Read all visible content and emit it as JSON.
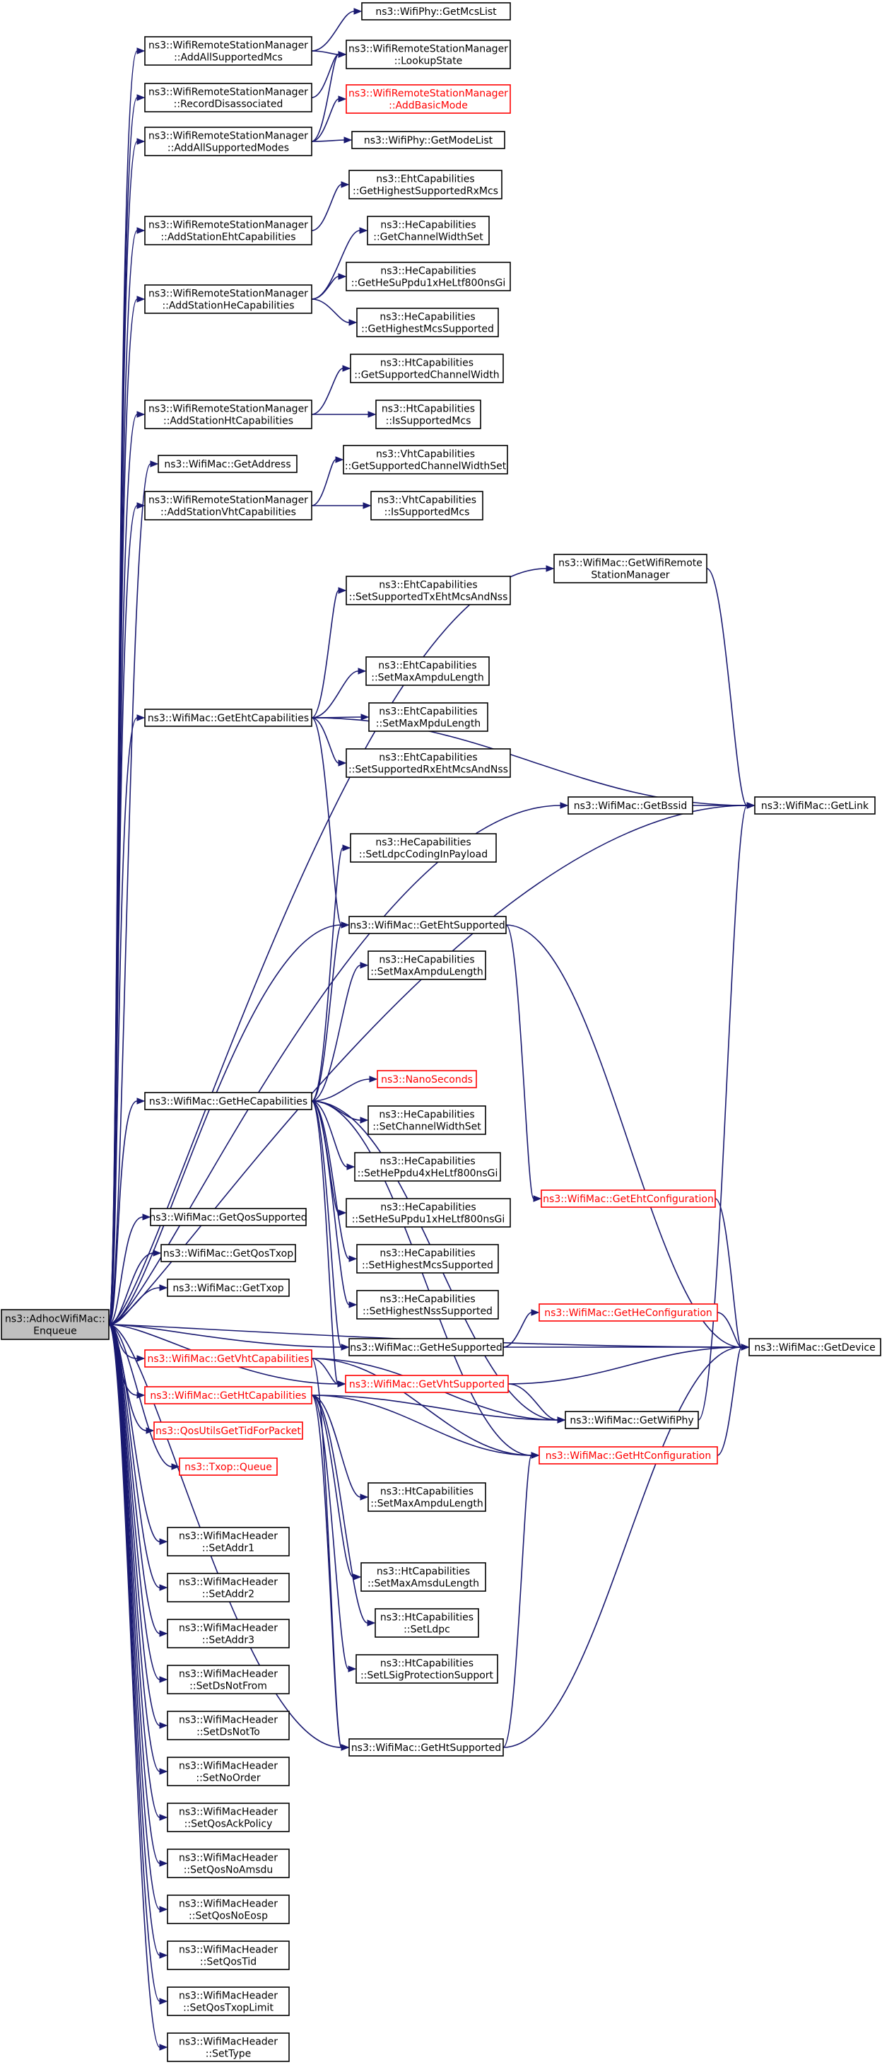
{
  "nodes": {
    "root": {
      "lines": [
        "ns3::AdhocWifiMac::",
        "Enqueue"
      ],
      "red": false,
      "root": true
    },
    "addAllMcs": {
      "lines": [
        "ns3::WifiRemoteStationManager",
        "::AddAllSupportedMcs"
      ]
    },
    "phyGetMcsList": {
      "lines": [
        "ns3::WifiPhy::GetMcsList"
      ]
    },
    "lookupState": {
      "lines": [
        "ns3::WifiRemoteStationManager",
        "::LookupState"
      ]
    },
    "recordDisassoc": {
      "lines": [
        "ns3::WifiRemoteStationManager",
        "::RecordDisassociated"
      ]
    },
    "addBasicMode": {
      "lines": [
        "ns3::WifiRemoteStationManager",
        "::AddBasicMode"
      ],
      "red": true
    },
    "addAllModes": {
      "lines": [
        "ns3::WifiRemoteStationManager",
        "::AddAllSupportedModes"
      ]
    },
    "phyGetModeList": {
      "lines": [
        "ns3::WifiPhy::GetModeList"
      ]
    },
    "ehtGetHighestRx": {
      "lines": [
        "ns3::EhtCapabilities",
        "::GetHighestSupportedRxMcs"
      ]
    },
    "addStaEht": {
      "lines": [
        "ns3::WifiRemoteStationManager",
        "::AddStationEhtCapabilities"
      ]
    },
    "heGetChanWidth": {
      "lines": [
        "ns3::HeCapabilities",
        "::GetChannelWidthSet"
      ]
    },
    "heGetSuPpdu": {
      "lines": [
        "ns3::HeCapabilities",
        "::GetHeSuPpdu1xHeLtf800nsGi"
      ]
    },
    "addStaHe": {
      "lines": [
        "ns3::WifiRemoteStationManager",
        "::AddStationHeCapabilities"
      ]
    },
    "heGetHighestMcs": {
      "lines": [
        "ns3::HeCapabilities",
        "::GetHighestMcsSupported"
      ]
    },
    "htGetChanWidth": {
      "lines": [
        "ns3::HtCapabilities",
        "::GetSupportedChannelWidth"
      ]
    },
    "addStaHt": {
      "lines": [
        "ns3::WifiRemoteStationManager",
        "::AddStationHtCapabilities"
      ]
    },
    "htIsSupMcs": {
      "lines": [
        "ns3::HtCapabilities",
        "::IsSupportedMcs"
      ]
    },
    "getAddress": {
      "lines": [
        "ns3::WifiMac::GetAddress"
      ]
    },
    "vhtGetChanWidth": {
      "lines": [
        "ns3::VhtCapabilities",
        "::GetSupportedChannelWidthSet"
      ]
    },
    "addStaVht": {
      "lines": [
        "ns3::WifiRemoteStationManager",
        "::AddStationVhtCapabilities"
      ]
    },
    "vhtIsSupMcs": {
      "lines": [
        "ns3::VhtCapabilities",
        "::IsSupportedMcs"
      ]
    },
    "getWifiRemote": {
      "lines": [
        "ns3::WifiMac::GetWifiRemote",
        "StationManager"
      ]
    },
    "ehtSetTxMcs": {
      "lines": [
        "ns3::EhtCapabilities",
        "::SetSupportedTxEhtMcsAndNss"
      ]
    },
    "ehtSetMaxAmpdu": {
      "lines": [
        "ns3::EhtCapabilities",
        "::SetMaxAmpduLength"
      ]
    },
    "getEhtCap": {
      "lines": [
        "ns3::WifiMac::GetEhtCapabilities"
      ]
    },
    "ehtSetMaxMpdu": {
      "lines": [
        "ns3::EhtCapabilities",
        "::SetMaxMpduLength"
      ]
    },
    "ehtSetRxMcs": {
      "lines": [
        "ns3::EhtCapabilities",
        "::SetSupportedRxEhtMcsAndNss"
      ]
    },
    "getBssid": {
      "lines": [
        "ns3::WifiMac::GetBssid"
      ]
    },
    "getLink": {
      "lines": [
        "ns3::WifiMac::GetLink"
      ]
    },
    "heSetLdpc": {
      "lines": [
        "ns3::HeCapabilities",
        "::SetLdpcCodingInPayload"
      ]
    },
    "getEhtSupported": {
      "lines": [
        "ns3::WifiMac::GetEhtSupported"
      ]
    },
    "heSetMaxAmpdu": {
      "lines": [
        "ns3::HeCapabilities",
        "::SetMaxAmpduLength"
      ]
    },
    "nanoSeconds": {
      "lines": [
        "ns3::NanoSeconds"
      ],
      "red": true
    },
    "getHeCap": {
      "lines": [
        "ns3::WifiMac::GetHeCapabilities"
      ]
    },
    "heSetChanWidth": {
      "lines": [
        "ns3::HeCapabilities",
        "::SetChannelWidthSet"
      ]
    },
    "heSetPpdu4x": {
      "lines": [
        "ns3::HeCapabilities",
        "::SetHePpdu4xHeLtf800nsGi"
      ]
    },
    "getEhtConfig": {
      "lines": [
        "ns3::WifiMac::GetEhtConfiguration"
      ],
      "red": true
    },
    "getQosSupported": {
      "lines": [
        "ns3::WifiMac::GetQosSupported"
      ]
    },
    "heSetSuPpdu": {
      "lines": [
        "ns3::HeCapabilities",
        "::SetHeSuPpdu1xHeLtf800nsGi"
      ]
    },
    "getQosTxop": {
      "lines": [
        "ns3::WifiMac::GetQosTxop"
      ]
    },
    "heSetHighestMcs": {
      "lines": [
        "ns3::HeCapabilities",
        "::SetHighestMcsSupported"
      ]
    },
    "getTxop": {
      "lines": [
        "ns3::WifiMac::GetTxop"
      ]
    },
    "heSetHighestNss": {
      "lines": [
        "ns3::HeCapabilities",
        "::SetHighestNssSupported"
      ]
    },
    "getHeConfig": {
      "lines": [
        "ns3::WifiMac::GetHeConfiguration"
      ],
      "red": true
    },
    "getHeSupported": {
      "lines": [
        "ns3::WifiMac::GetHeSupported"
      ]
    },
    "getDevice": {
      "lines": [
        "ns3::WifiMac::GetDevice"
      ]
    },
    "getVhtCap": {
      "lines": [
        "ns3::WifiMac::GetVhtCapabilities"
      ],
      "red": true
    },
    "getVhtSupported": {
      "lines": [
        "ns3::WifiMac::GetVhtSupported"
      ],
      "red": true
    },
    "getHtCap": {
      "lines": [
        "ns3::WifiMac::GetHtCapabilities"
      ],
      "red": true
    },
    "getWifiPhy": {
      "lines": [
        "ns3::WifiMac::GetWifiPhy"
      ]
    },
    "getHtConfig": {
      "lines": [
        "ns3::WifiMac::GetHtConfiguration"
      ],
      "red": true
    },
    "qosUtils": {
      "lines": [
        "ns3::QosUtilsGetTidForPacket"
      ],
      "red": true
    },
    "txopQueue": {
      "lines": [
        "ns3::Txop::Queue"
      ],
      "red": true
    },
    "htSetMaxAmpdu": {
      "lines": [
        "ns3::HtCapabilities",
        "::SetMaxAmpduLength"
      ]
    },
    "htSetMaxAmsdu": {
      "lines": [
        "ns3::HtCapabilities",
        "::SetMaxAmsduLength"
      ]
    },
    "htSetLdpc": {
      "lines": [
        "ns3::HtCapabilities",
        "::SetLdpc"
      ]
    },
    "htSetLSig": {
      "lines": [
        "ns3::HtCapabilities",
        "::SetLSigProtectionSupport"
      ]
    },
    "getHtSupported": {
      "lines": [
        "ns3::WifiMac::GetHtSupported"
      ]
    },
    "hdrSetAddr1": {
      "lines": [
        "ns3::WifiMacHeader",
        "::SetAddr1"
      ]
    },
    "hdrSetAddr2": {
      "lines": [
        "ns3::WifiMacHeader",
        "::SetAddr2"
      ]
    },
    "hdrSetAddr3": {
      "lines": [
        "ns3::WifiMacHeader",
        "::SetAddr3"
      ]
    },
    "hdrSetDsNotFrom": {
      "lines": [
        "ns3::WifiMacHeader",
        "::SetDsNotFrom"
      ]
    },
    "hdrSetDsNotTo": {
      "lines": [
        "ns3::WifiMacHeader",
        "::SetDsNotTo"
      ]
    },
    "hdrSetNoOrder": {
      "lines": [
        "ns3::WifiMacHeader",
        "::SetNoOrder"
      ]
    },
    "hdrSetQosAck": {
      "lines": [
        "ns3::WifiMacHeader",
        "::SetQosAckPolicy"
      ]
    },
    "hdrSetQosNoAmsdu": {
      "lines": [
        "ns3::WifiMacHeader",
        "::SetQosNoAmsdu"
      ]
    },
    "hdrSetQosNoEosp": {
      "lines": [
        "ns3::WifiMacHeader",
        "::SetQosNoEosp"
      ]
    },
    "hdrSetQosTid": {
      "lines": [
        "ns3::WifiMacHeader",
        "::SetQosTid"
      ]
    },
    "hdrSetQosTxop": {
      "lines": [
        "ns3::WifiMacHeader",
        "::SetQosTxopLimit"
      ]
    },
    "hdrSetType": {
      "lines": [
        "ns3::WifiMacHeader",
        "::SetType"
      ]
    }
  },
  "colors": {
    "edge": "#191970",
    "node_border": "#000000",
    "missing_border": "#ff0000",
    "root_fill": "#bfbfbf"
  }
}
